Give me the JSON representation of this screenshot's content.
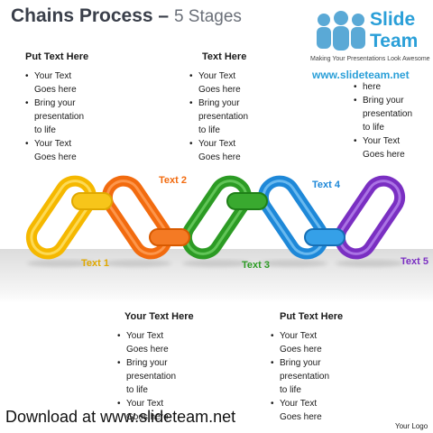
{
  "title": {
    "main": "Chains Process –",
    "sub": "5 Stages"
  },
  "logo": {
    "name_line1": "Slide",
    "name_line2": "Team",
    "tagline": "Making Your Presentations Look Awesome",
    "url": "www.slideteam.net"
  },
  "blocks": {
    "top_left": {
      "heading": "Put Text Here",
      "items": [
        "Your Text Goes here",
        "Bring your presentation to life",
        "Your Text Goes here"
      ]
    },
    "top_center": {
      "heading": "Text Here",
      "items": [
        "Your Text Goes here",
        "Bring your presentation to life",
        "Your Text Goes here"
      ]
    },
    "top_right": {
      "items": [
        "here",
        "Bring your presentation to life",
        "Your Text Goes here"
      ]
    },
    "bottom_left": {
      "heading": "Your Text Here",
      "items": [
        "Your Text Goes here",
        "Bring your presentation to life",
        "Your Text Goes here"
      ]
    },
    "bottom_right": {
      "heading": "Put Text Here",
      "items": [
        "Your Text Goes here",
        "Bring your presentation to life",
        "Your Text Goes here"
      ]
    }
  },
  "labels": [
    "Text 1",
    "Text 2",
    "Text 3",
    "Text 4",
    "Text 5"
  ],
  "colors": [
    "#f5b800",
    "#f26b0f",
    "#2c9b24",
    "#1e88d8",
    "#7a2fc2"
  ],
  "footer": "Download at www.slideteam.net",
  "your_logo": "Your Logo"
}
